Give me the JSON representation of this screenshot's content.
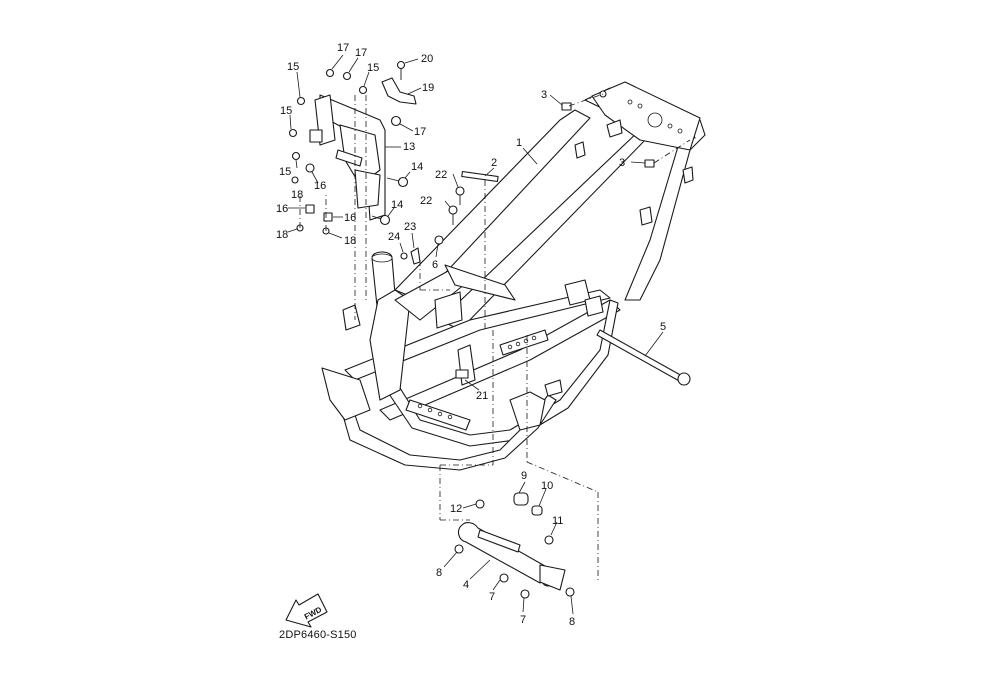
{
  "diagram": {
    "title": "Frame exploded parts diagram",
    "code": "2DP6460-S150",
    "fwd_label": "FWD",
    "callouts": {
      "c1": "1",
      "c2": "2",
      "c3a": "3",
      "c3b": "3",
      "c4": "4",
      "c5": "5",
      "c6": "6",
      "c7a": "7",
      "c7b": "7",
      "c8a": "8",
      "c8b": "8",
      "c9": "9",
      "c10": "10",
      "c11": "11",
      "c12": "12",
      "c13": "13",
      "c14a": "14",
      "c14b": "14",
      "c15a": "15",
      "c15b": "15",
      "c15c": "15",
      "c15d": "15",
      "c16a": "16",
      "c16b": "16",
      "c16c": "16",
      "c17a": "17",
      "c17b": "17",
      "c17c": "17",
      "c18a": "18",
      "c18b": "18",
      "c18c": "18",
      "c19": "19",
      "c20": "20",
      "c21": "21",
      "c22a": "22",
      "c22b": "22",
      "c23": "23",
      "c24": "24"
    }
  }
}
